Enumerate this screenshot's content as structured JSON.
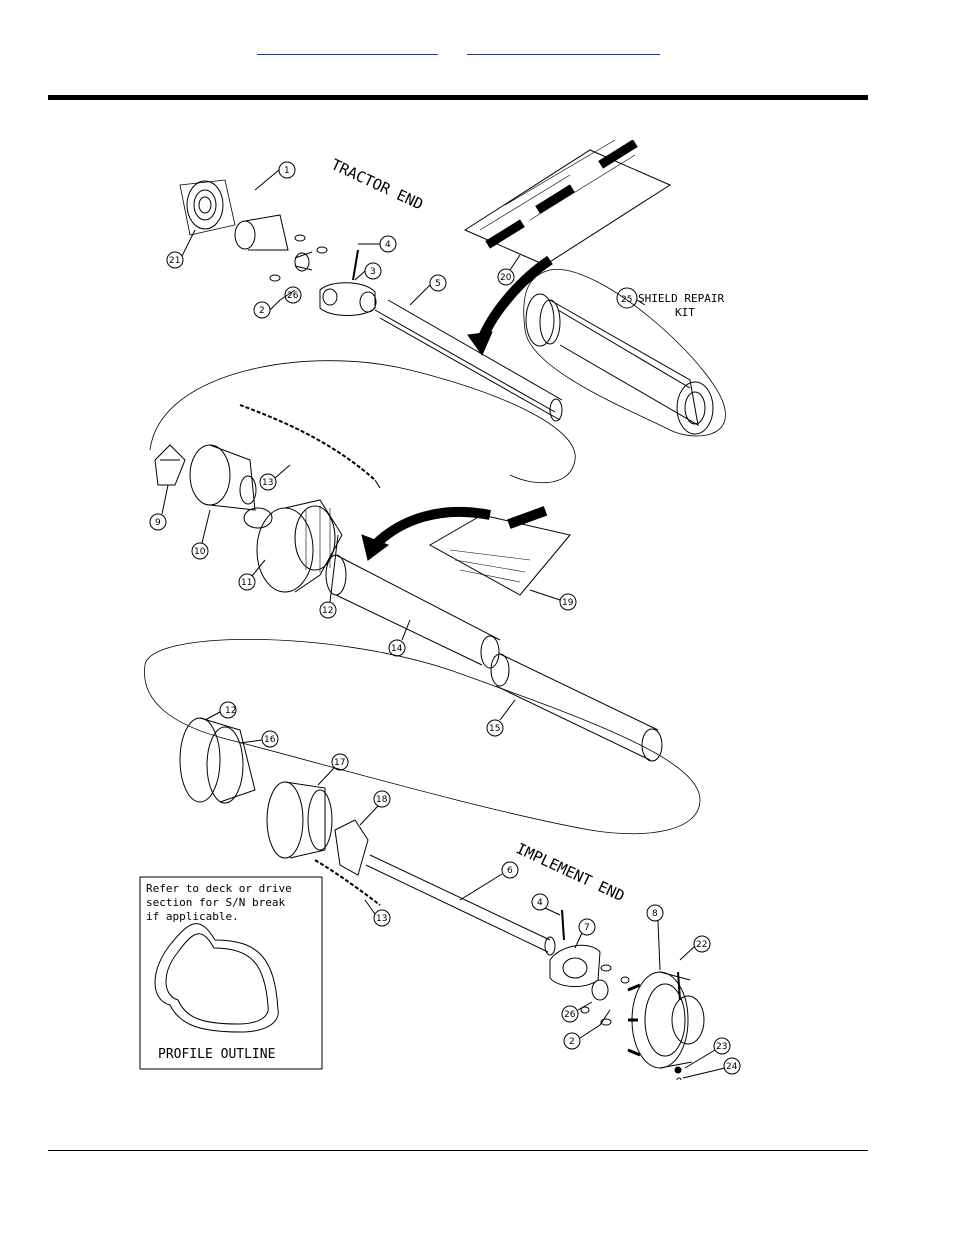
{
  "header": {
    "link_left": "",
    "link_right": ""
  },
  "diagram": {
    "labels": {
      "tractor_end": "TRACTOR END",
      "implement_end": "IMPLEMENT END",
      "shield_repair_kit_line1": "SHIELD REPAIR",
      "shield_repair_kit_line2": "KIT",
      "shield_repair_kit_number": "25"
    },
    "note": {
      "line1": "Refer to deck or drive",
      "line2": "section for S/N break",
      "line3": "if applicable.",
      "profile_caption": "PROFILE OUTLINE"
    },
    "callouts": [
      "1",
      "2",
      "3",
      "4",
      "5",
      "6",
      "7",
      "8",
      "9",
      "10",
      "11",
      "12",
      "13",
      "14",
      "15",
      "16",
      "17",
      "18",
      "19",
      "20",
      "21",
      "22",
      "23",
      "24",
      "26"
    ]
  },
  "colors": {
    "rule": "#000000",
    "link_underline": "#1a33cc",
    "line_art": "#000000"
  }
}
